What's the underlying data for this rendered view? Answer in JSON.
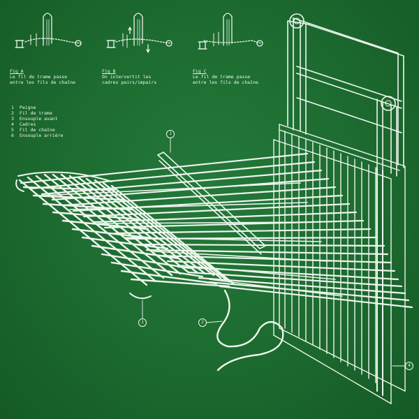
{
  "figures": [
    {
      "title": "Fig A",
      "lines": [
        "Le fil de trame passe",
        "entre les fils de chaîne"
      ]
    },
    {
      "title": "Fig B",
      "lines": [
        "On intervertit les",
        "cadres pairs/impairs"
      ]
    },
    {
      "title": "Fig C",
      "lines": [
        "Le fil de trame passe",
        "entre les fils de chaîne"
      ]
    }
  ],
  "legend": [
    {
      "num": "1",
      "label": "Peigne"
    },
    {
      "num": "2",
      "label": "Fil de trame"
    },
    {
      "num": "3",
      "label": "Ensouple avant"
    },
    {
      "num": "4",
      "label": "Cadres"
    },
    {
      "num": "5",
      "label": "Fil de chaîne"
    },
    {
      "num": "6",
      "label": "Ensouple arrière"
    }
  ],
  "callouts": [
    "1",
    "2",
    "3",
    "4"
  ],
  "colors": {
    "background": "#1d6b2e",
    "line": "#eef6ee"
  }
}
